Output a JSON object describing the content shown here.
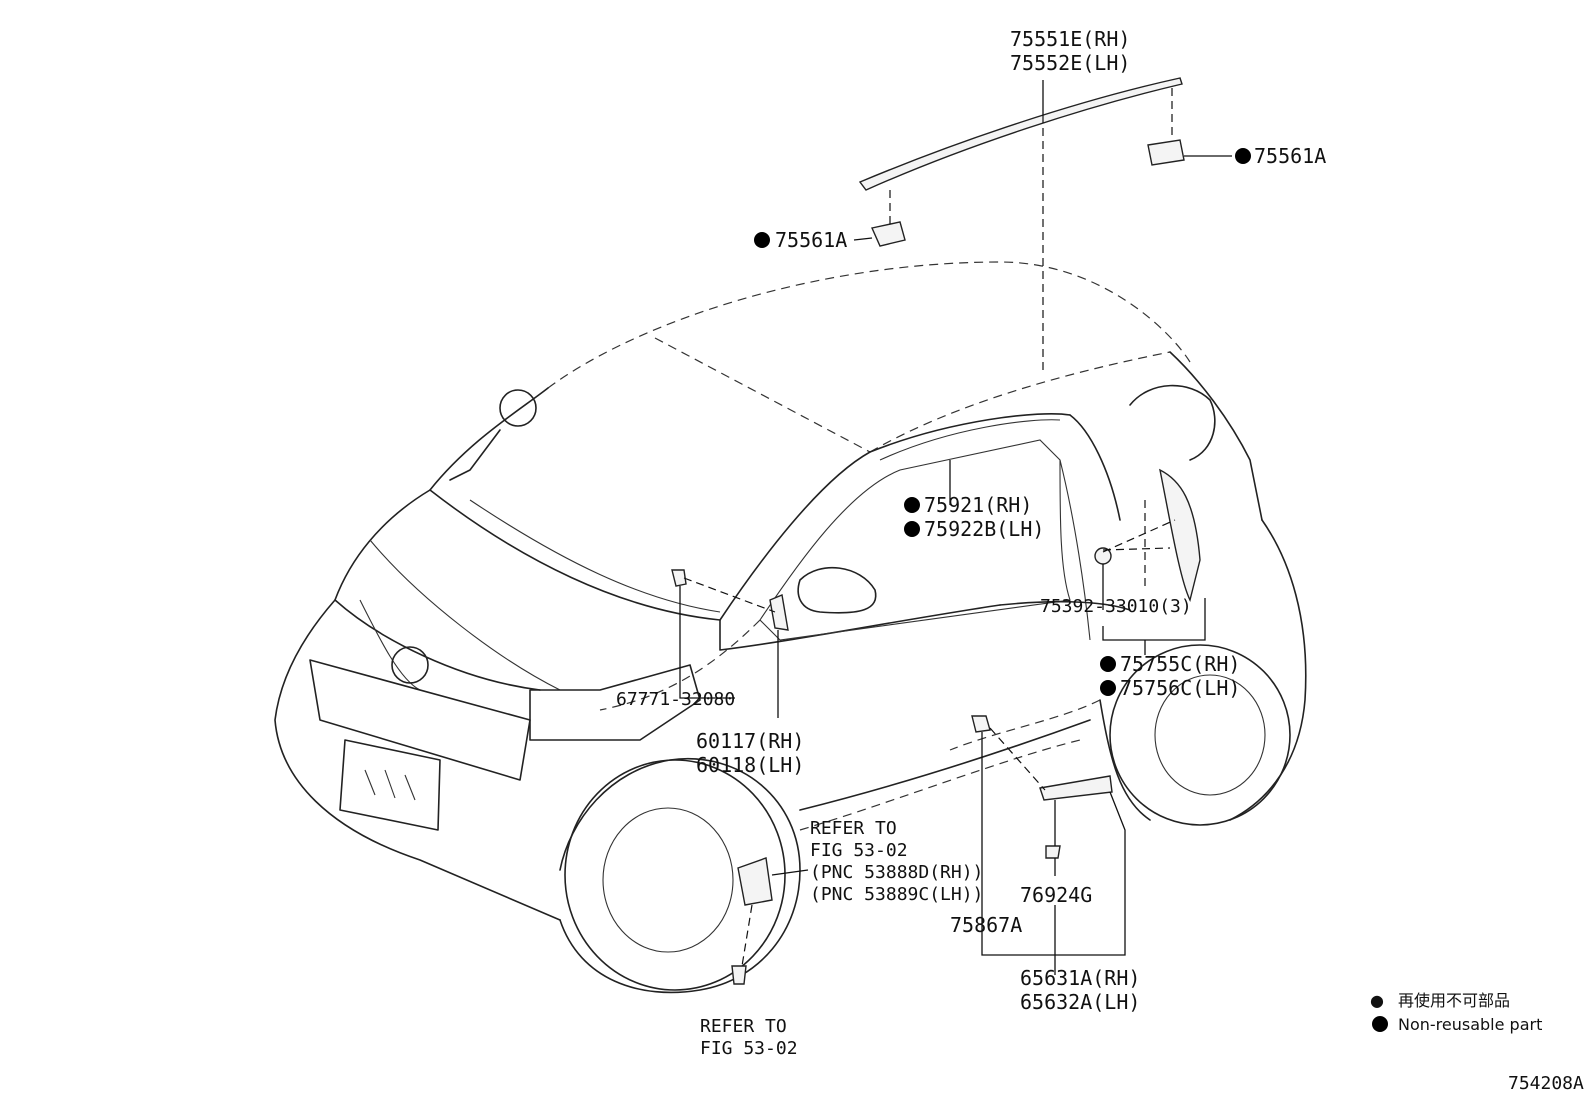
{
  "diagram": {
    "figure_code": "754208A",
    "legend": {
      "marker": "●",
      "text_ja": "再使用不可部品",
      "text_en": "Non-reusable part"
    },
    "labels": {
      "molding_rh": "75551E(RH)",
      "molding_lh": "75552E(LH)",
      "clip_right": "75561A",
      "clip_left": "75561A",
      "window_molding_rh": "75921(RH)",
      "window_molding_lh": "75922B(LH)",
      "clip_75392": "75392-33010(3)",
      "garnish_rh": "75755C(RH)",
      "garnish_lh": "75756C(LH)",
      "clip_67771": "67771-32080",
      "mirror_cover_rh": "60117(RH)",
      "mirror_cover_lh": "60118(LH)",
      "refer1_line1": "REFER TO",
      "refer1_line2": "FIG 53-02",
      "refer1_line3": "(PNC 53888D(RH))",
      "refer1_line4": "(PNC 53889C(LH))",
      "clip_76924": "76924G",
      "clip_75867": "75867A",
      "mudguard_rh": "65631A(RH)",
      "mudguard_lh": "65632A(LH)",
      "refer2_line1": "REFER TO",
      "refer2_line2": "FIG 53-02"
    }
  }
}
